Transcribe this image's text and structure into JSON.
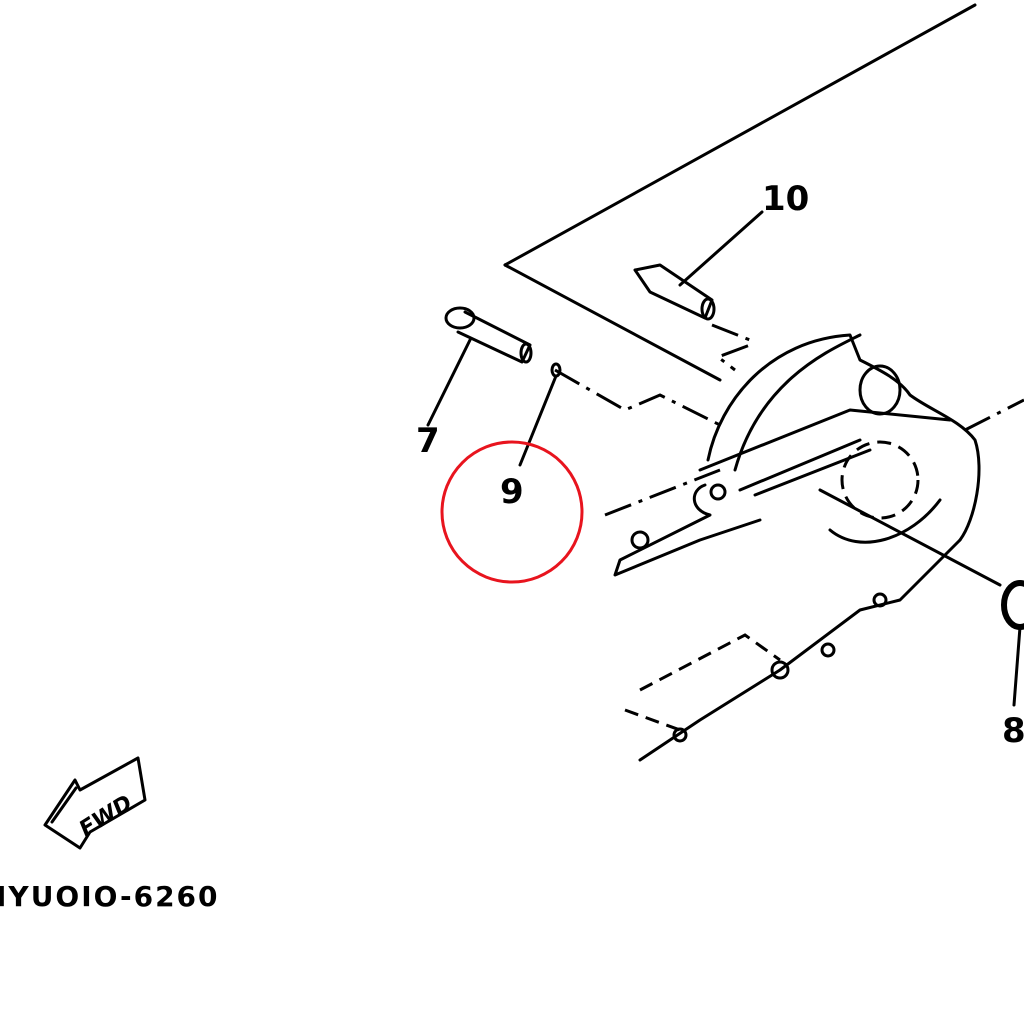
{
  "diagram": {
    "callouts": [
      {
        "id": "10",
        "label": "10"
      },
      {
        "id": "7",
        "label": "7"
      },
      {
        "id": "9",
        "label": "9"
      },
      {
        "id": "8",
        "label": "8"
      }
    ],
    "fwd_label": "FWD",
    "drawing_code": "IYUOIO-6260",
    "highlight_color": "#e8141e",
    "highlighted_part": "9"
  }
}
